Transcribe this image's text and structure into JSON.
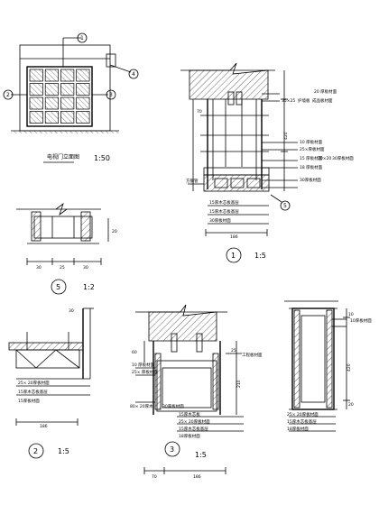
{
  "elevation": {
    "title": "电视门立面图",
    "scale": "1:50",
    "callouts": [
      "1",
      "2",
      "3",
      "4"
    ]
  },
  "detail_1": {
    "number": "1",
    "scale": "1:5",
    "notes_right": [
      "20 厚板材面",
      "35×25",
      "护墙板",
      "成品板材面",
      "10 厚板材面",
      "25×厚板材面",
      "15 厚板材面",
      "20×20",
      "30厚板材面",
      "18 厚板材面",
      "30厚板材面"
    ],
    "notes_left": [
      "方钢管",
      "15厚木芯板基层",
      "15厚木芯板基层",
      "30厚板材面"
    ],
    "dims": [
      "70",
      "420",
      "186"
    ],
    "callout": "5"
  },
  "detail_5": {
    "number": "5",
    "scale": "1:2",
    "dims": [
      "30",
      "25",
      "30",
      "20"
    ]
  },
  "detail_2": {
    "number": "2",
    "scale": "1:5",
    "dims": [
      "30",
      "186"
    ],
    "notes": [
      "25× 20厚板材面",
      "15厚木芯板基层",
      "15厚板材面"
    ]
  },
  "detail_3": {
    "number": "3",
    "scale": "1:5",
    "dims": [
      "60",
      "25",
      "210",
      "70",
      "186"
    ],
    "notes_left": [
      "10 厚板材面",
      "25× 厚板材面",
      "80× 20厚木",
      "30厚板材面"
    ],
    "notes_right": [
      "工程板材面",
      "15厚木芯板",
      "25× 20厚板材面",
      "15厚木芯板基层",
      "18厚板材面"
    ]
  },
  "detail_4": {
    "dims": [
      "10",
      "420",
      "20"
    ],
    "notes": [
      "10厚板材面",
      "25× 20厚板材面",
      "15厚木芯板基层",
      "18厚板材面"
    ]
  }
}
